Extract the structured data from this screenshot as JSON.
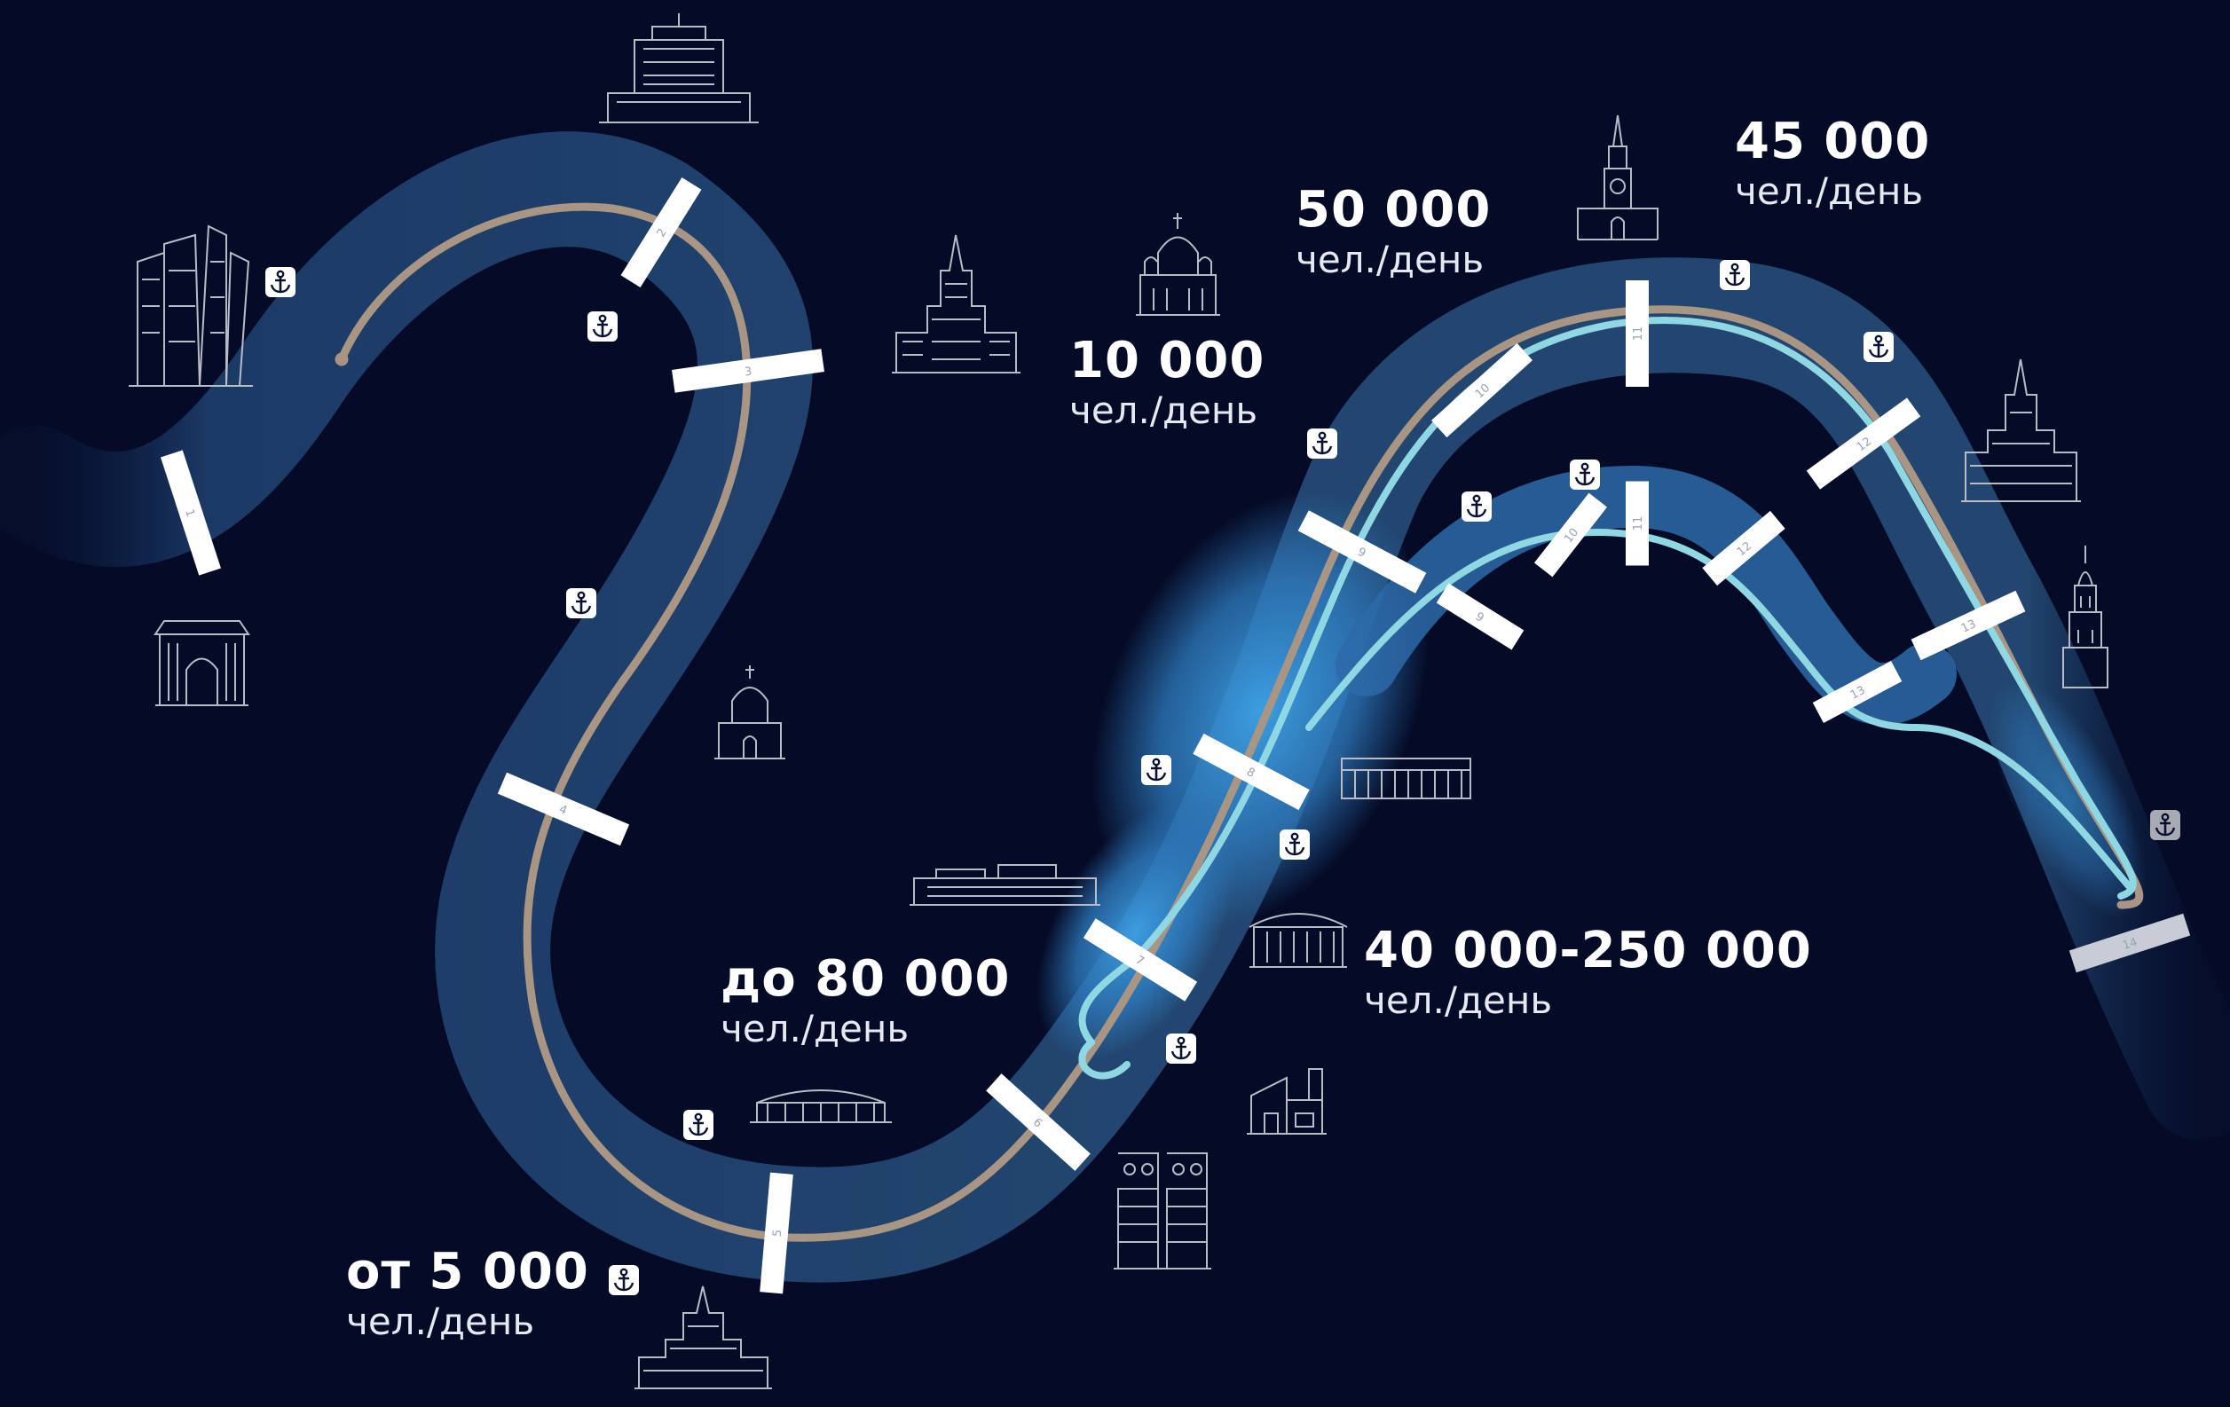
{
  "colors": {
    "background": "#050b26",
    "river_dark": "#22446f",
    "river_bright": "#3a8fd0",
    "route_main": "#a89583",
    "route_alt": "#8fd7e2",
    "landmark_stroke": "#b7bcc7",
    "pier_bg": "#ffffff",
    "pier_fg": "#0a1230"
  },
  "stats": [
    {
      "value": "от 5 000",
      "unit": "чел./день"
    },
    {
      "value": "до 80 000",
      "unit": "чел./день"
    },
    {
      "value": "10 000",
      "unit": "чел./день"
    },
    {
      "value": "50 000",
      "unit": "чел./день"
    },
    {
      "value": "45 000",
      "unit": "чел./день"
    },
    {
      "value": "40 000-250 000",
      "unit": "чел./день"
    }
  ],
  "segment_markers": [
    "1",
    "2",
    "3",
    "4",
    "5",
    "6",
    "7",
    "8",
    "9",
    "10",
    "11",
    "12",
    "13",
    "14"
  ],
  "alt_segment_markers": [
    "9",
    "10",
    "11",
    "12",
    "13"
  ],
  "pier_icon": "anchor-icon",
  "landmarks": [
    "moscow-city-towers-icon",
    "white-house-icon",
    "triumphal-arch-icon",
    "ministry-highrise-icon",
    "church-icon",
    "christ-saviour-cathedral-icon",
    "kremlin-tower-icon",
    "kotelnicheskaya-highrise-icon",
    "bell-tower-icon",
    "luzhniki-stadium-icon",
    "msu-main-building-icon",
    "apartment-blocks-icon",
    "gorky-park-icon",
    "exhibition-hall-icon",
    "theatre-icon",
    "factory-icon"
  ]
}
